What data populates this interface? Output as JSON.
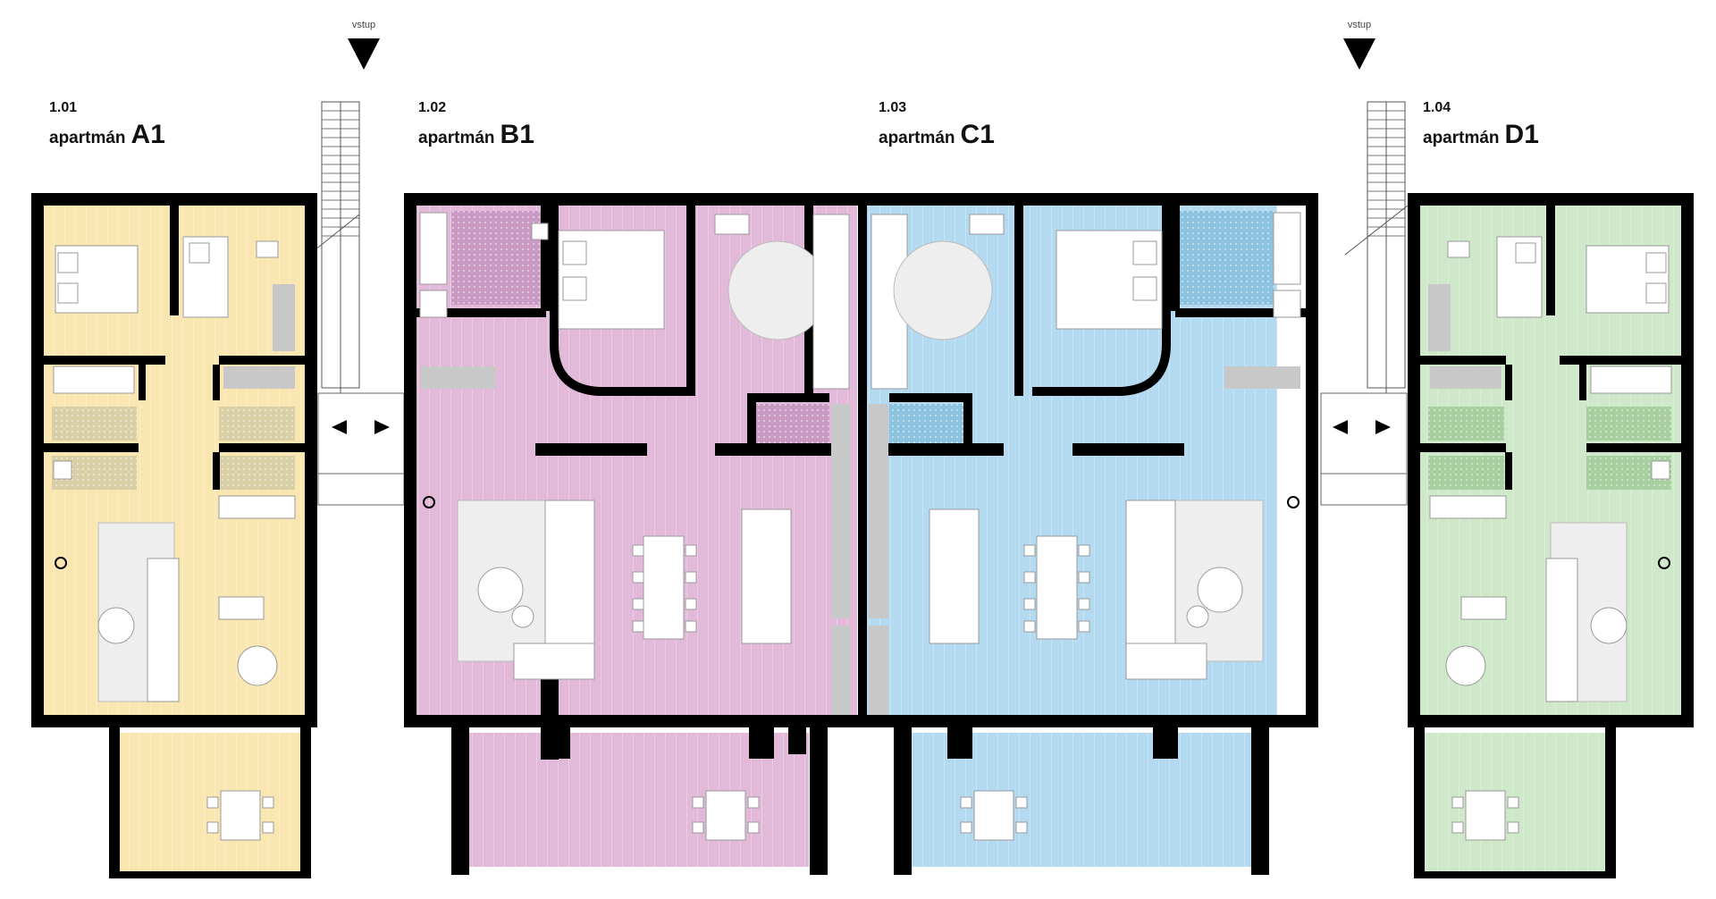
{
  "colors": {
    "A1": "#fae6b0",
    "B1": "#e3b9da",
    "C1": "#b3daf1",
    "D1": "#cfe8c9",
    "wall": "#000000",
    "background": "#ffffff"
  },
  "entrances": [
    {
      "label": "vstup",
      "icon": "triangle-down-icon"
    },
    {
      "label": "vstup",
      "icon": "triangle-down-icon"
    }
  ],
  "units": [
    {
      "id": "A1",
      "number": "1.01",
      "word": "apartmán",
      "code": "A1"
    },
    {
      "id": "B1",
      "number": "1.02",
      "word": "apartmán",
      "code": "B1"
    },
    {
      "id": "C1",
      "number": "1.03",
      "word": "apartmán",
      "code": "C1"
    },
    {
      "id": "D1",
      "number": "1.04",
      "word": "apartmán",
      "code": "D1"
    }
  ],
  "arrows": [
    "arrow-left-icon",
    "arrow-right-icon"
  ]
}
